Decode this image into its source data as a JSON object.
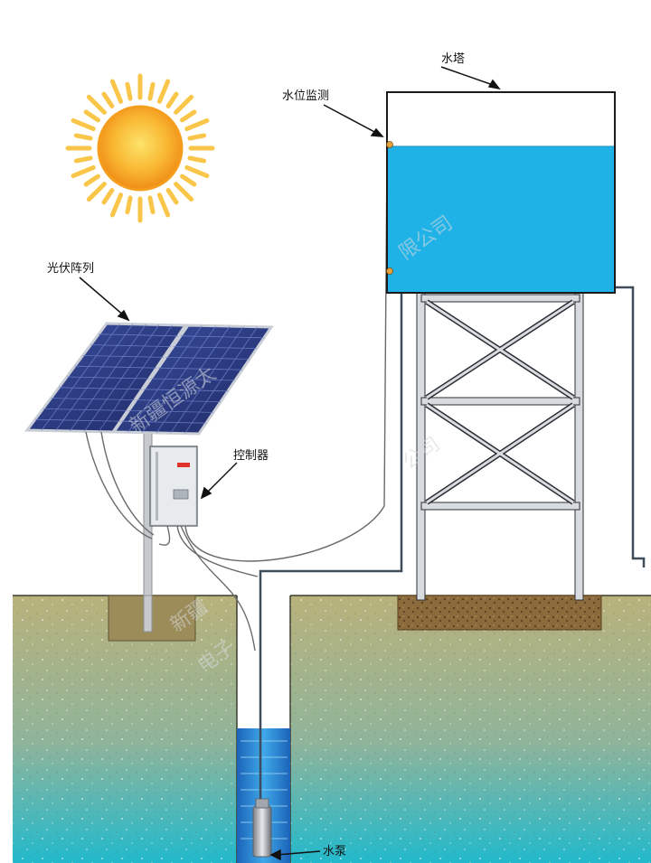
{
  "labels": {
    "water_tower": "水塔",
    "level_monitor": "水位监测",
    "pv_array": "光伏阵列",
    "controller": "控制器",
    "pump": "水泵"
  },
  "watermarks": [
    "限公司",
    "新疆恒源太",
    "新疆",
    "电子",
    "公司"
  ],
  "colors": {
    "sky": "#ffffff",
    "sun_core": "#f7a51c",
    "sun_rays": "#f9c64a",
    "tank_water": "#1fb2e6",
    "soil": "#b7b27e",
    "groundwater": "#1fb7c9",
    "well_water": "#3a8fd8",
    "footing": "#8a6a3a",
    "tower_frame": "#2b2f35",
    "solar_cell": "#2e3f8a",
    "controller_box": "#d9dde2",
    "controller_badge": "#e0322b",
    "wire": "#555555"
  }
}
